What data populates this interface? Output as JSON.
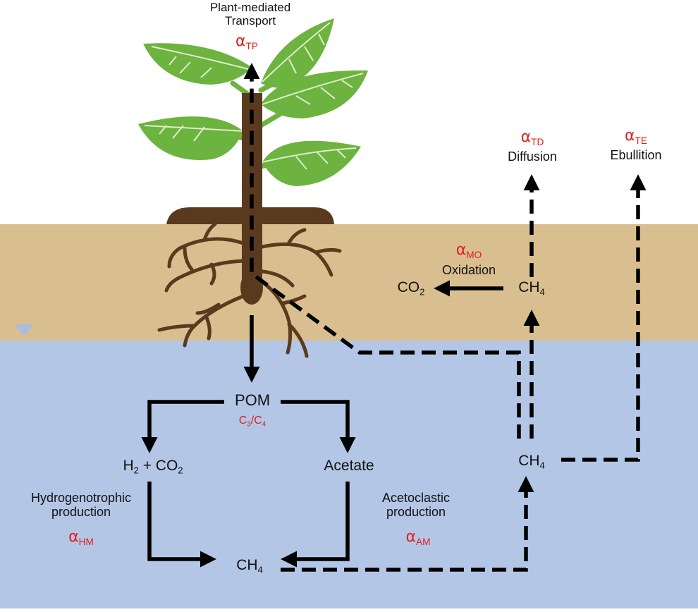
{
  "labels": {
    "plant_mediated_line1": "Plant-mediated",
    "plant_mediated_line2": "Transport",
    "alpha": "α",
    "alpha_tp_sub": "TP",
    "alpha_td_sub": "TD",
    "alpha_te_sub": "TE",
    "alpha_mo_sub": "MO",
    "alpha_hm_sub": "HM",
    "alpha_am_sub": "AM",
    "diffusion": "Diffusion",
    "ebullition": "Ebullition",
    "oxidation": "Oxidation",
    "co2_main": "CO",
    "co2_sub": "2",
    "ch4_main": "CH",
    "ch4_sub": "4",
    "pom": "POM",
    "c3c4_c1": "C",
    "c3c4_s1": "3",
    "c3c4_mid": "/C",
    "c3c4_s2": "4",
    "h2_main": "H",
    "h2_sub": "2",
    "h2_plus_co": " + CO",
    "acetate": "Acetate",
    "hydrogenotrophic_line1": "Hydrogenotrophic",
    "hydrogenotrophic_line2": "production",
    "acetoclastic_line1": "Acetoclastic",
    "acetoclastic_line2": "production"
  },
  "colors": {
    "soil": "#d9bf8f",
    "water": "#b3c6e6",
    "water_table_marker": "#a9bde2",
    "stem": "#5a3a1e",
    "leaf": "#6db33f",
    "leaf_vein": "#dfeccb",
    "arrow": "#000000",
    "alpha_text": "#e0201f"
  },
  "icons": {
    "plant": "plant-icon",
    "water_table": "water-table-triangle-icon"
  }
}
